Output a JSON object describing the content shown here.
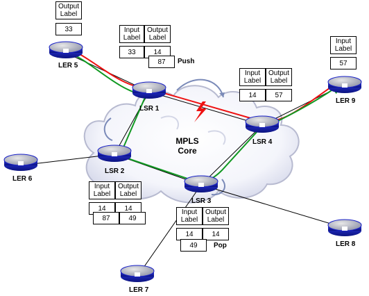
{
  "diagram": {
    "core_label": "MPLS Core",
    "nodes": {
      "ler5": "LER 5",
      "lsr1": "LSR 1",
      "lsr2": "LSR 2",
      "lsr3": "LSR 3",
      "lsr4": "LSR 4",
      "ler6": "LER 6",
      "ler7": "LER 7",
      "ler8": "LER 8",
      "ler9": "LER 9"
    },
    "headers": {
      "input": "Input Label",
      "output": "Output Label"
    },
    "tables": {
      "ler5": {
        "output": "33"
      },
      "lsr1": {
        "input": "33",
        "output": "14",
        "pushed": "87",
        "action": "Push"
      },
      "lsr4": {
        "input": "14",
        "output": "57"
      },
      "ler9": {
        "input": "57"
      },
      "lsr2": {
        "input_1": "14",
        "output_1": "14",
        "input_2": "87",
        "output_2": "49"
      },
      "lsr3": {
        "input_1": "14",
        "output_1": "14",
        "popped": "49",
        "action": "Pop"
      }
    },
    "colors": {
      "red_path": "#ee1111",
      "green_path": "#119922",
      "router_blue": "#1a22c8",
      "cloud_arrow": "#7a8ab8"
    }
  }
}
